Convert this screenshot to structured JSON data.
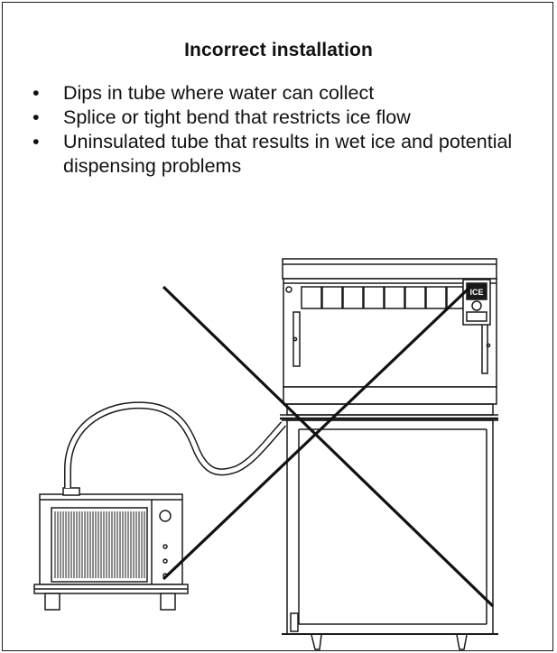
{
  "panel": {
    "title": "Incorrect installation",
    "bullets": [
      "Dips in tube where water can collect",
      "Splice or tight bend that restricts ice flow",
      "Uninsulated tube that results in wet ice and potential dispensing problems"
    ],
    "bullet_glyph": "•"
  },
  "illustration": {
    "dispenser_badge": "ICE",
    "cross_color": "#111111"
  }
}
